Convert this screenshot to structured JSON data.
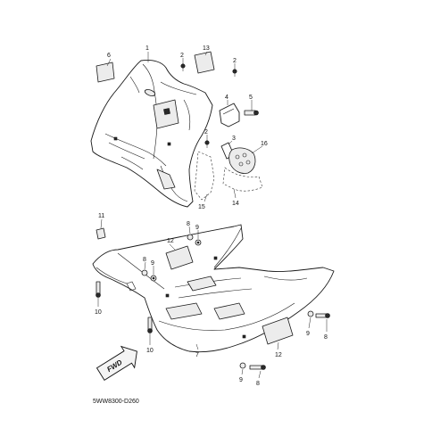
{
  "diagram": {
    "code": "5WW8300-D260",
    "fwd_label": "FWD"
  },
  "callouts": {
    "p1": "1",
    "p2a": "2",
    "p2b": "2",
    "p2c": "2",
    "p3": "3",
    "p4": "4",
    "p5": "5",
    "p6": "6",
    "p13": "13",
    "p14": "14",
    "p15": "15",
    "p16": "16",
    "p11": "11",
    "p12a": "12",
    "p12b": "12",
    "p8a": "8",
    "p9a": "9",
    "p8b": "8",
    "p9b": "9",
    "p10a": "10",
    "p10b": "10",
    "p7": "7",
    "p9c": "9",
    "p8c": "8",
    "p9d": "9",
    "p8d": "8"
  }
}
